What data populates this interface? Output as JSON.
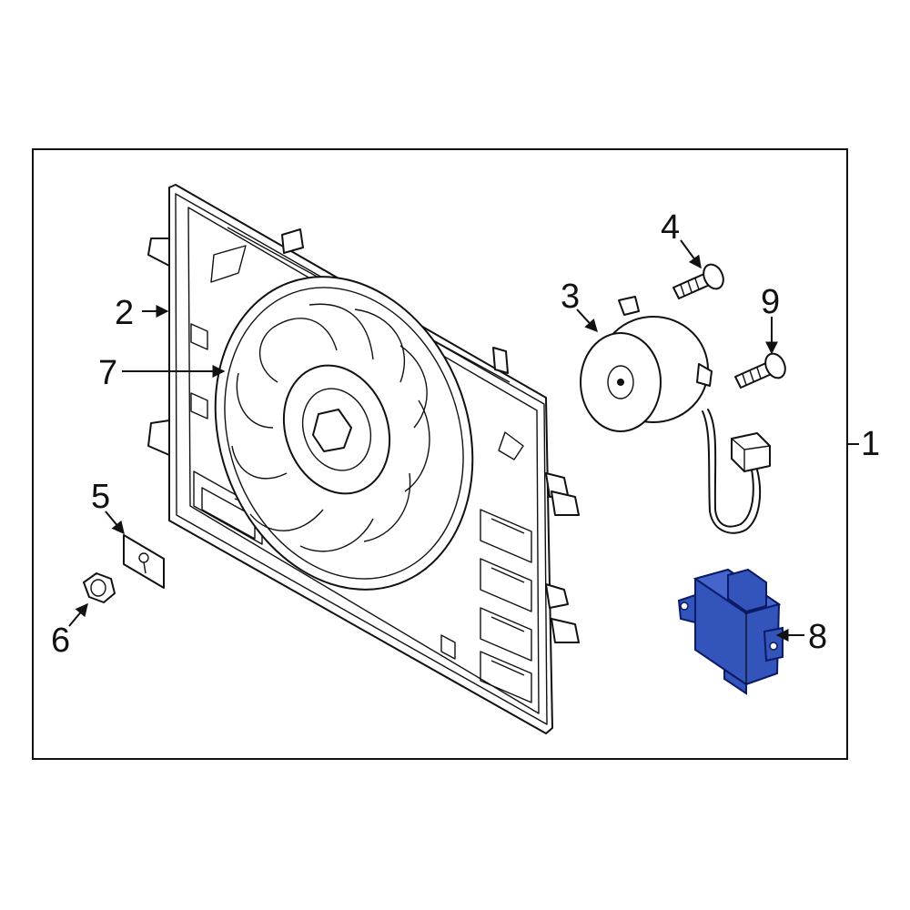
{
  "colors": {
    "highlight_fill": "#3355bb",
    "highlight_stroke": "#0a1a66",
    "line": "#111111",
    "background": "#ffffff"
  },
  "callouts": {
    "c1": "1",
    "c2": "2",
    "c3": "3",
    "c4": "4",
    "c5": "5",
    "c6": "6",
    "c7": "7",
    "c8": "8",
    "c9": "9"
  }
}
